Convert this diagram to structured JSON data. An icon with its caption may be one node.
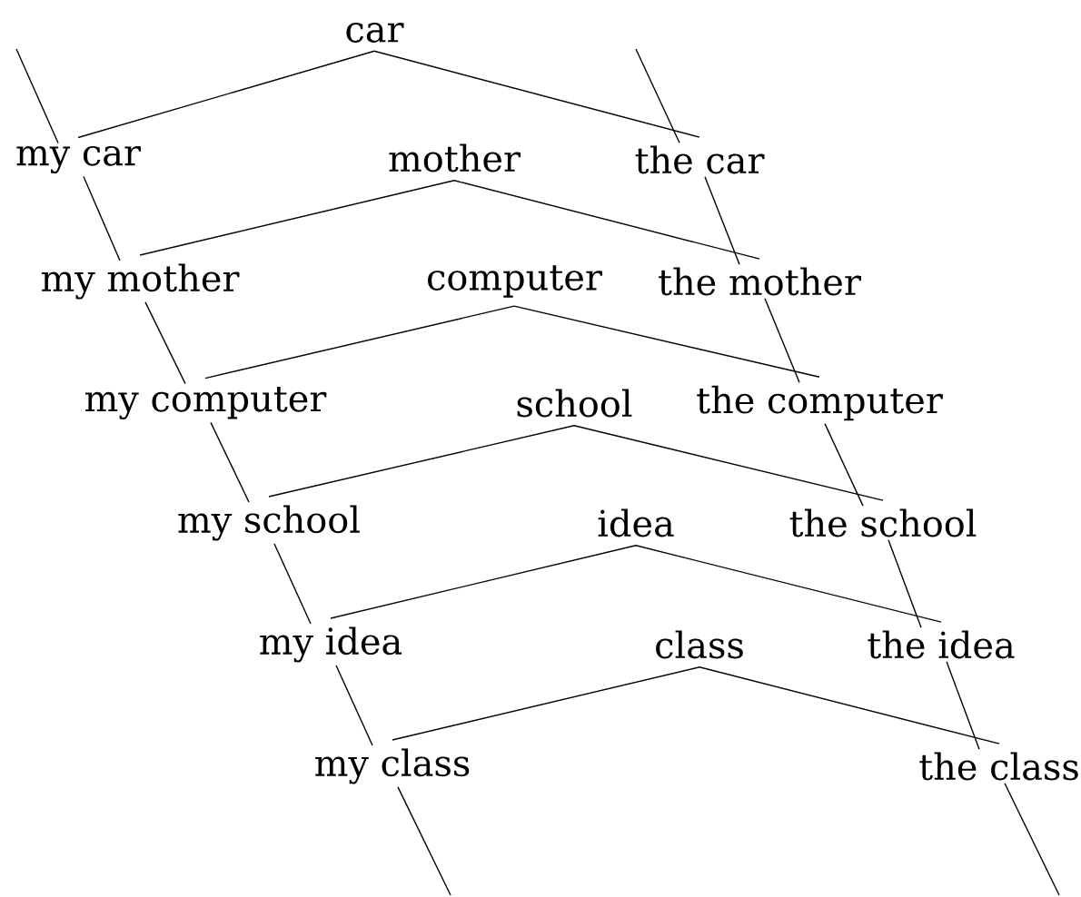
{
  "diagram": {
    "nodes": [
      {
        "text": [
          "car"
        ]
      },
      {
        "text": [
          "my car"
        ]
      },
      {
        "text": [
          "mother"
        ]
      },
      {
        "text": [
          "the car"
        ]
      },
      {
        "text": [
          "my mother"
        ]
      },
      {
        "text": [
          "computer"
        ]
      },
      {
        "text": [
          "the mother"
        ]
      },
      {
        "text": [
          "my computer"
        ]
      },
      {
        "text": [
          "school"
        ]
      },
      {
        "text": [
          "the computer"
        ]
      },
      {
        "text": [
          "my school"
        ]
      },
      {
        "text": [
          "idea"
        ]
      },
      {
        "text": [
          "the school"
        ]
      },
      {
        "text": [
          "my idea"
        ]
      },
      {
        "text": [
          "class"
        ]
      },
      {
        "text": [
          "the idea"
        ]
      },
      {
        "text": [
          "my class"
        ]
      },
      {
        "text": [
          "the class"
        ]
      }
    ],
    "edges": [
      {
        "from": 0,
        "to": 1,
        "arrow": "none"
      },
      {
        "from": 0,
        "to": 3,
        "arrow": "none"
      },
      {
        "from": 2,
        "to": 4,
        "arrow": "none"
      },
      {
        "from": 2,
        "to": 6,
        "arrow": "none"
      },
      {
        "from": 5,
        "to": 7,
        "arrow": "none"
      },
      {
        "from": 5,
        "to": 9,
        "arrow": "none"
      },
      {
        "from": 8,
        "to": 10,
        "arrow": "none"
      },
      {
        "from": 8,
        "to": 12,
        "arrow": "none"
      },
      {
        "from": 11,
        "to": 13,
        "arrow": "none"
      },
      {
        "from": 11,
        "to": 15,
        "arrow": "none"
      },
      {
        "from": 14,
        "to": 16,
        "arrow": "none"
      },
      {
        "from": 14,
        "to": 17,
        "arrow": "none"
      },
      {
        "from": null,
        "to": 1,
        "arrow": "none"
      },
      {
        "from": 1,
        "to": 4,
        "arrow": "none"
      },
      {
        "from": 4,
        "to": 7,
        "arrow": "none"
      },
      {
        "from": 7,
        "to": 10,
        "arrow": "none"
      },
      {
        "from": 10,
        "to": 13,
        "arrow": "none"
      },
      {
        "from": 13,
        "to": 16,
        "arrow": "none"
      },
      {
        "from": 16,
        "to": null,
        "arrow": "none"
      },
      {
        "from": null,
        "to": 3,
        "arrow": "none"
      },
      {
        "from": 3,
        "to": 6,
        "arrow": "none"
      },
      {
        "from": 6,
        "to": 9,
        "arrow": "none"
      },
      {
        "from": 9,
        "to": 12,
        "arrow": "none"
      },
      {
        "from": 12,
        "to": 15,
        "arrow": "none"
      },
      {
        "from": 15,
        "to": 17,
        "arrow": "none"
      },
      {
        "from": 17,
        "to": null,
        "arrow": "none"
      }
    ]
  }
}
